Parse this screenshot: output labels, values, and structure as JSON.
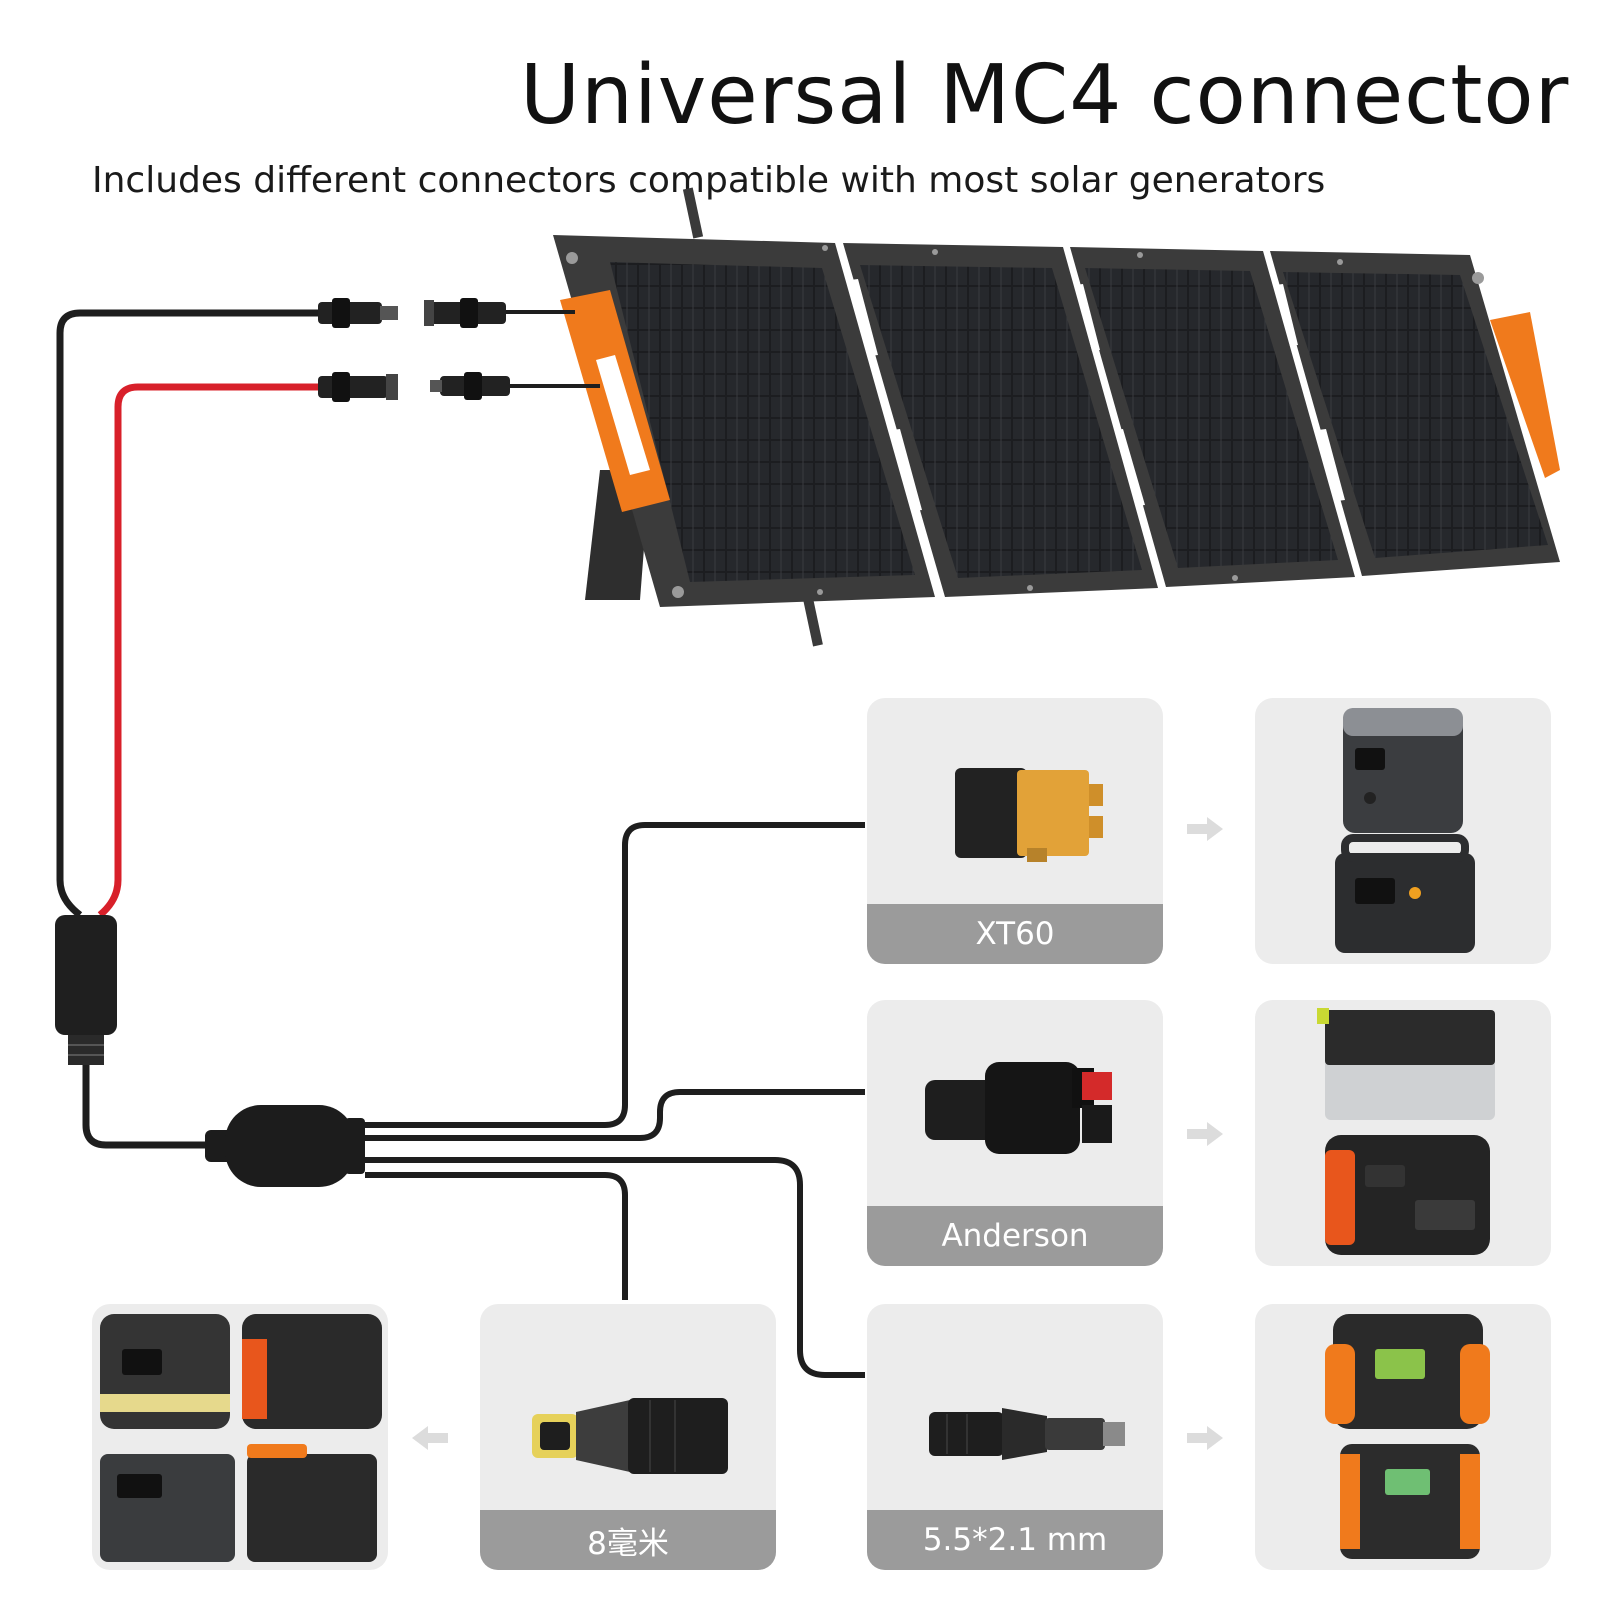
{
  "header": {
    "title": "Universal MC4 connector",
    "subtitle": "Includes different connectors compatible with most solar generators"
  },
  "connectors": [
    {
      "label": "XT60"
    },
    {
      "label": "Anderson"
    },
    {
      "label": "8毫米"
    },
    {
      "label": "5.5*2.1 mm"
    }
  ],
  "colors": {
    "panel_frame": "#3b3b3b",
    "panel_cell": "#1c1d20",
    "accent_orange": "#f07a1c",
    "cable_black": "#1e1e1e",
    "cable_red": "#d8202a",
    "card_bg": "#ececec",
    "card_band": "#9b9b9b"
  }
}
